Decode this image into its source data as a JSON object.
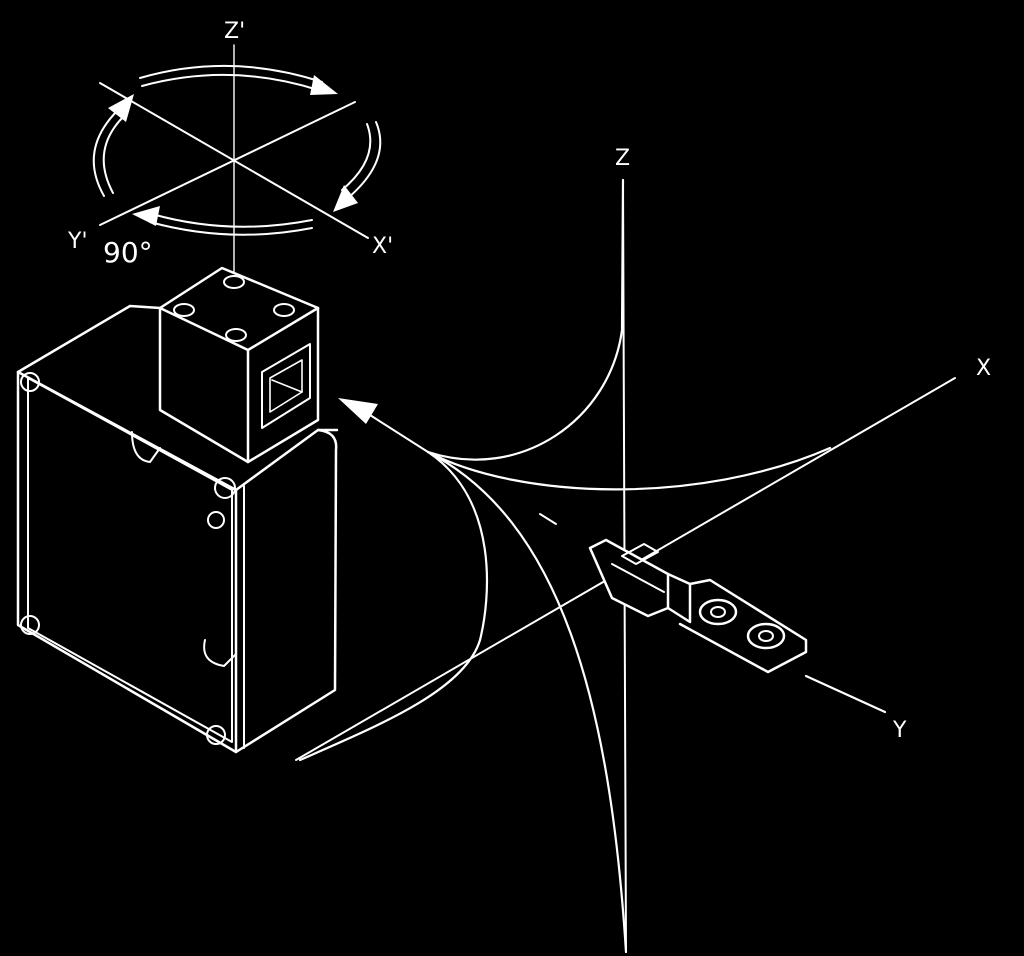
{
  "diagram": {
    "foreground": "#ffffff",
    "background": "#000000",
    "labels": {
      "rot_z": "Z'",
      "rot_y": "Y'",
      "rot_x": "X'",
      "angle": "90°",
      "z": "Z",
      "x": "X",
      "y": "Y"
    }
  }
}
